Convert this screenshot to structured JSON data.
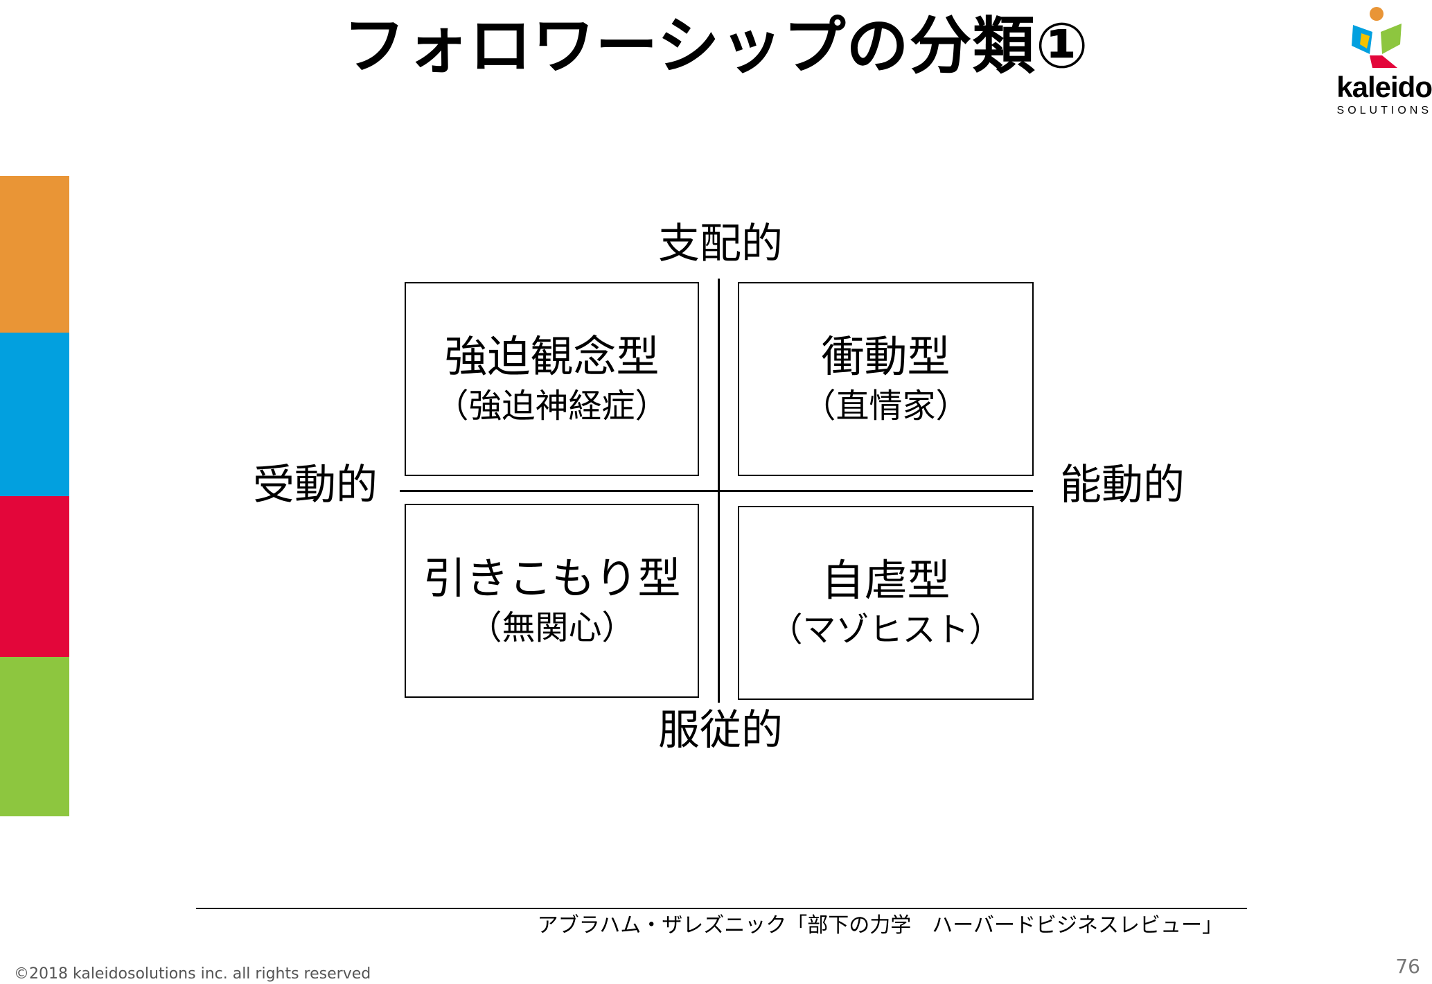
{
  "title": "フォロワーシップの分類①",
  "logo": {
    "word": "kaleido",
    "sub": "SOLUTIONS"
  },
  "side_bar_colors": [
    "#E99536",
    "#02A0DF",
    "#E3063A",
    "#8DC63F"
  ],
  "axes": {
    "top": "支配的",
    "bottom": "服従的",
    "left": "受動的",
    "right": "能動的"
  },
  "quadrants": {
    "top_left": {
      "main": "強迫観念型",
      "sub": "（強迫神経症）"
    },
    "top_right": {
      "main": "衝動型",
      "sub": "（直情家）"
    },
    "bottom_left": {
      "main": "引きこもり型",
      "sub": "（無関心）"
    },
    "bottom_right": {
      "main": "自虐型",
      "sub": "（マゾヒスト）"
    }
  },
  "source": "アブラハム・ザレズニック「部下の力学　ハーバードビジネスレビュー」",
  "footer": {
    "copyright": "©2018 kaleidosolutions inc. all rights reserved",
    "page_number": "76"
  }
}
